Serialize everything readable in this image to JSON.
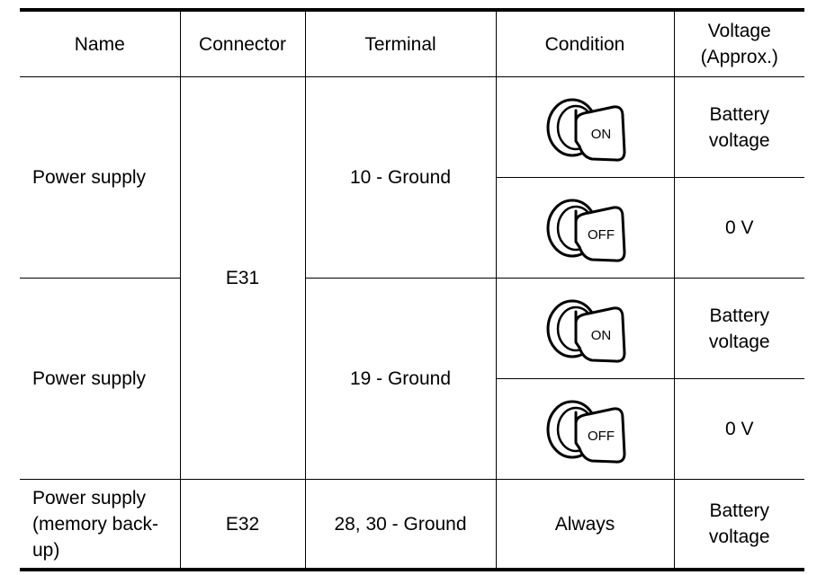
{
  "header": {
    "name": "Name",
    "connector": "Connector",
    "terminal": "Terminal",
    "condition": "Condition",
    "voltage_line1": "Voltage",
    "voltage_line2": "(Approx.)"
  },
  "rows": [
    {
      "name": "Power supply",
      "terminal": "10 - Ground",
      "conditions": [
        {
          "key": "ON",
          "voltage_line1": "Battery",
          "voltage_line2": "voltage"
        },
        {
          "key": "OFF",
          "voltage": "0 V"
        }
      ]
    },
    {
      "name": "Power supply",
      "terminal": "19 - Ground",
      "conditions": [
        {
          "key": "ON",
          "voltage_line1": "Battery",
          "voltage_line2": "voltage"
        },
        {
          "key": "OFF",
          "voltage": "0 V"
        }
      ]
    },
    {
      "name_line1": "Power supply",
      "name_line2": "(memory back-",
      "name_line3": "up)",
      "connector": "E32",
      "terminal": "28, 30 - Ground",
      "condition": "Always",
      "voltage_line1": "Battery",
      "voltage_line2": "voltage"
    }
  ],
  "shared_connector": "E31",
  "icons": {
    "key_on": "ignition-key-on-icon",
    "key_off": "ignition-key-off-icon"
  }
}
